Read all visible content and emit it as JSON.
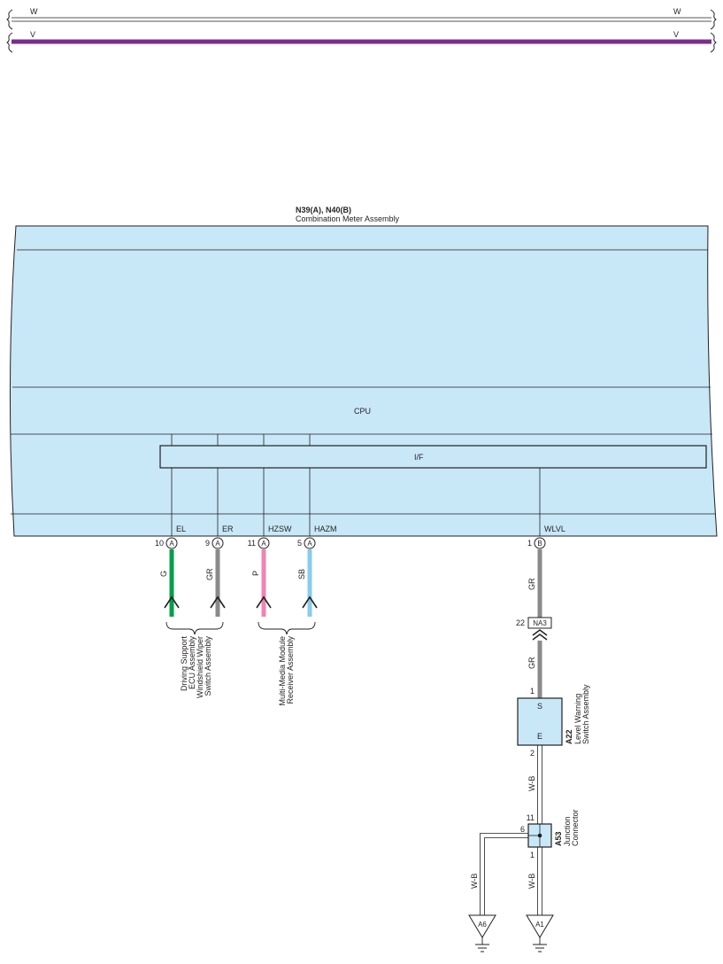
{
  "top_bus": {
    "white_left": "W",
    "white_right": "W",
    "violet_left": "V",
    "violet_right": "V",
    "violet_color": "#7b2d8e"
  },
  "meter": {
    "codes": "N39(A), N40(B)",
    "name": "Combination Meter Assembly",
    "cpu_label": "CPU",
    "if_label": "I/F",
    "fill_color": "#c8e8f8",
    "pins": [
      {
        "name": "EL",
        "num": "10",
        "conn": "A",
        "wire": "G",
        "color": "#00a04a"
      },
      {
        "name": "ER",
        "num": "9",
        "conn": "A",
        "wire": "GR",
        "color": "#8a8a8a"
      },
      {
        "name": "HZSW",
        "num": "11",
        "conn": "A",
        "wire": "P",
        "color": "#f084b4"
      },
      {
        "name": "HAZM",
        "num": "5",
        "conn": "A",
        "wire": "SB",
        "color": "#86cdf0"
      },
      {
        "name": "WLVL",
        "num": "1",
        "conn": "B",
        "wire": "GR",
        "color": "#8a8a8a"
      }
    ]
  },
  "destinations": {
    "group1": [
      "Driving Support",
      "ECU Assembly",
      "Windshield Wiper",
      "Switch Assembly"
    ],
    "group2": [
      "Multi-Media Module",
      "Receiver Assembly"
    ]
  },
  "na3": {
    "pin": "22",
    "label": "NA3",
    "wire_below": "GR"
  },
  "a22": {
    "code": "A22",
    "name_lines": [
      "Level Warning",
      "Switch Assembly"
    ],
    "pin_s_num": "1",
    "pin_s": "S",
    "pin_e": "E",
    "pin_e_num": "2",
    "wire_out": "W-B"
  },
  "a53": {
    "code": "A53",
    "name_lines": [
      "Junction",
      "Connector"
    ],
    "pin_top": "11",
    "pin_left": "6",
    "pin_bottom": "1",
    "wire_left": "W-B",
    "wire_bottom": "W-B"
  },
  "grounds": {
    "left": "A6",
    "right": "A1"
  }
}
